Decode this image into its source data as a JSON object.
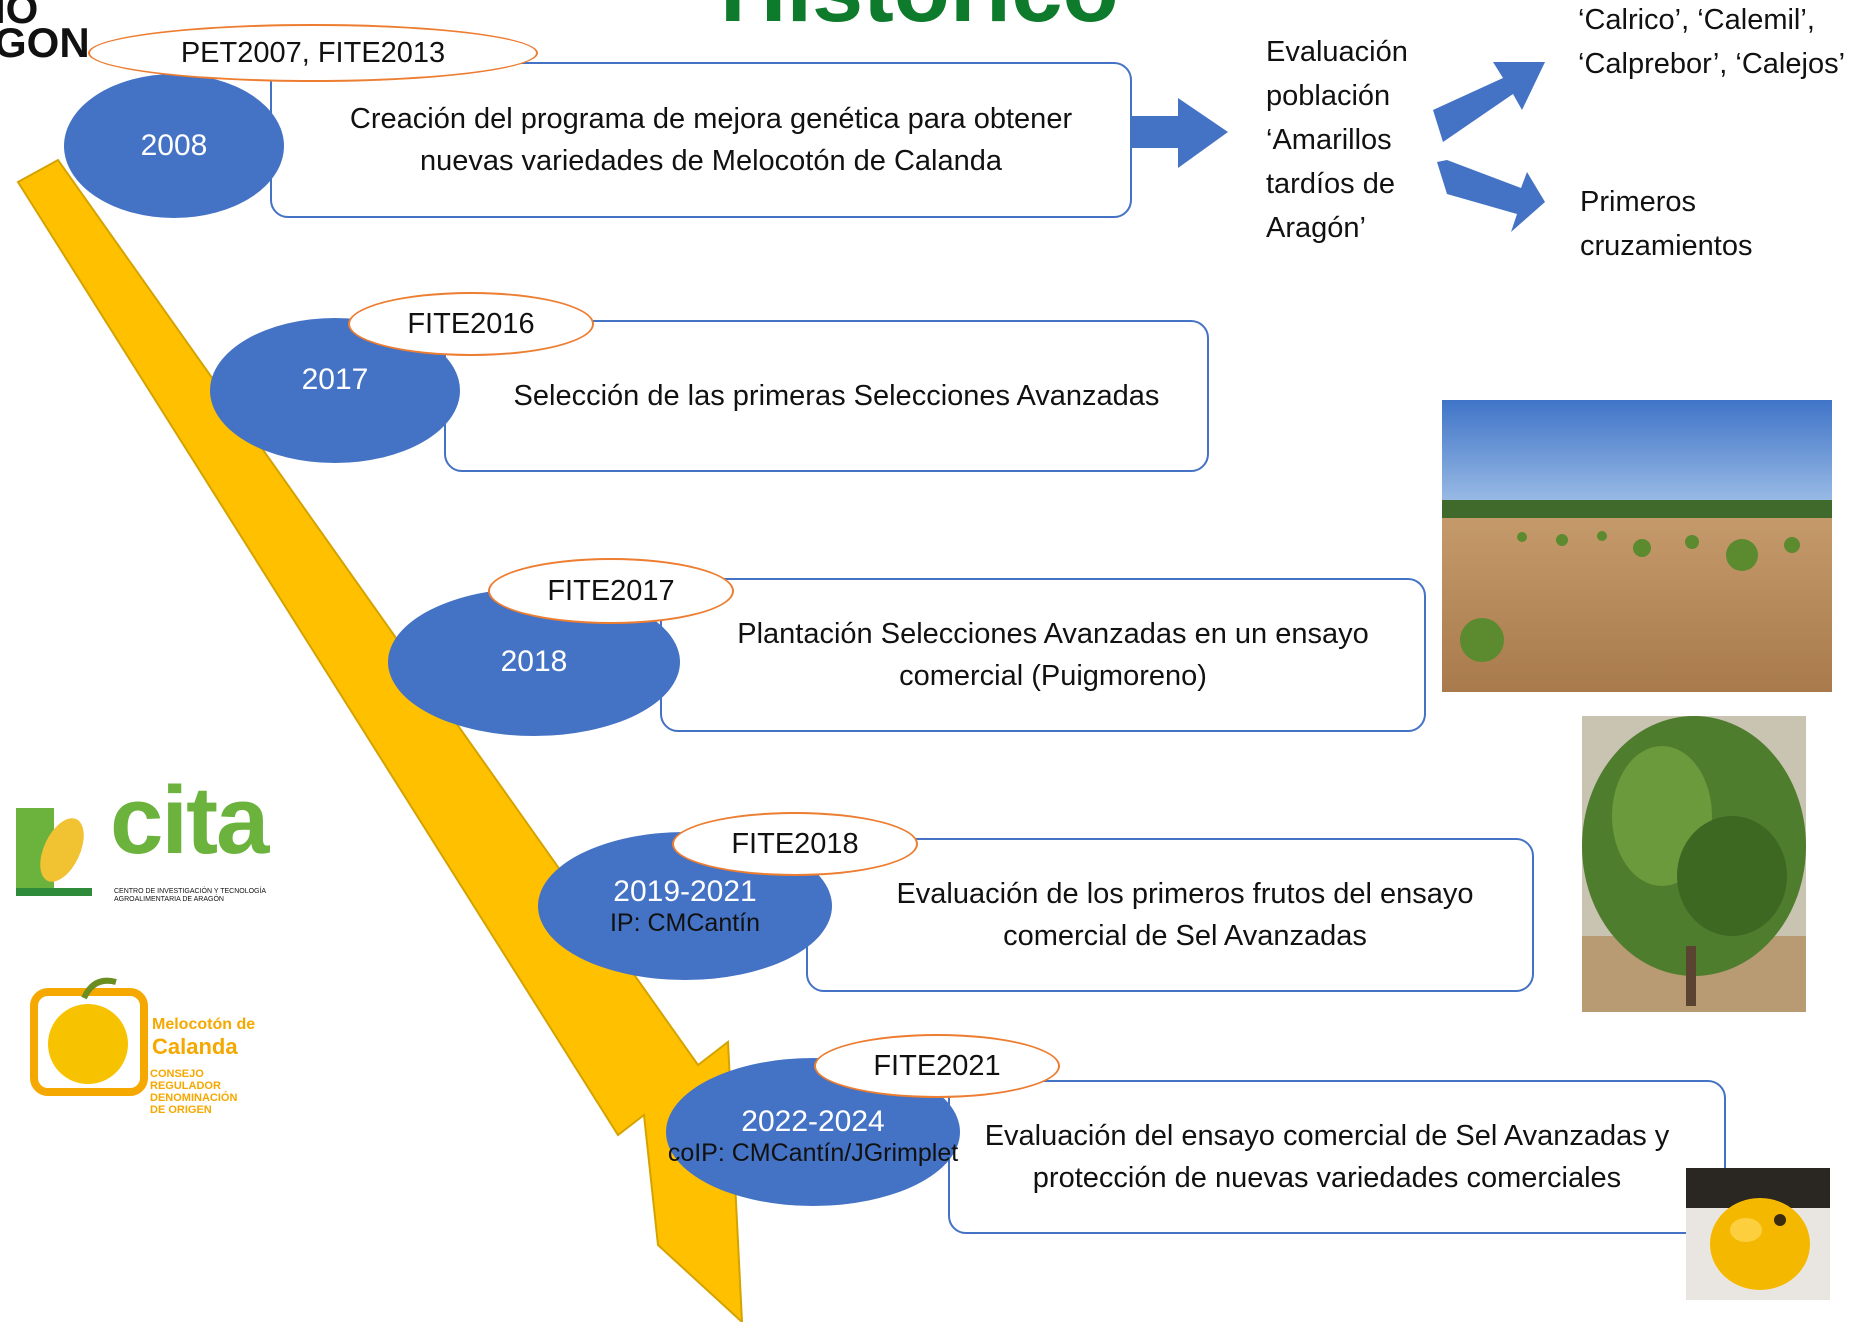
{
  "slide": {
    "title": "Histórico",
    "corner_logo_text": "IO\nGON"
  },
  "steps": [
    {
      "project": "PET2007, FITE2013",
      "year": "2008",
      "ip": "",
      "text": "Creación del programa de mejora genética para obtener nuevas variedades de Melocotón de Calanda"
    },
    {
      "project": "FITE2016",
      "year": "2017",
      "ip": "",
      "text": "Selección de las primeras Selecciones Avanzadas"
    },
    {
      "project": "FITE2017",
      "year": "2018",
      "ip": "",
      "text": "Plantación Selecciones Avanzadas en un ensayo comercial (Puigmoreno)"
    },
    {
      "project": "FITE2018",
      "year": "2019-2021",
      "ip": "IP: CMCantín",
      "text": "Evaluación de los primeros frutos del ensayo comercial de Sel Avanzadas"
    },
    {
      "project": "FITE2021",
      "year": "2022-2024",
      "ip": "coIP: CMCantín/JGrimplet",
      "text": "Evaluación del ensayo comercial de Sel Avanzadas y protección de nuevas variedades comerciales"
    }
  ],
  "side": {
    "evaluation": "Evaluación población ‘Amarillos tardíos de Aragón’",
    "varieties": "‘Calrico’, ‘Calemil’, ‘Calprebor’, ‘Calejos’",
    "crosses": "Primeros cruzamientos"
  },
  "logos": {
    "cita_name": "cita",
    "cita_subtitle_1": "CENTRO DE INVESTIGACIÓN Y TECNOLOGÍA",
    "cita_subtitle_2": "AGROALIMENTARIA DE ARAGÓN",
    "calanda_1": "Melocotón de",
    "calanda_2": "Calanda",
    "calanda_3": "CONSEJO",
    "calanda_4": "REGULADOR",
    "calanda_5": "DENOMINACIÓN",
    "calanda_6": "DE ORIGEN"
  },
  "colors": {
    "title_green": "#0e7a2c",
    "ellipse_blue": "#4472c4",
    "project_outline": "#ed7d31",
    "timeline_arrow": "#ffc000"
  }
}
